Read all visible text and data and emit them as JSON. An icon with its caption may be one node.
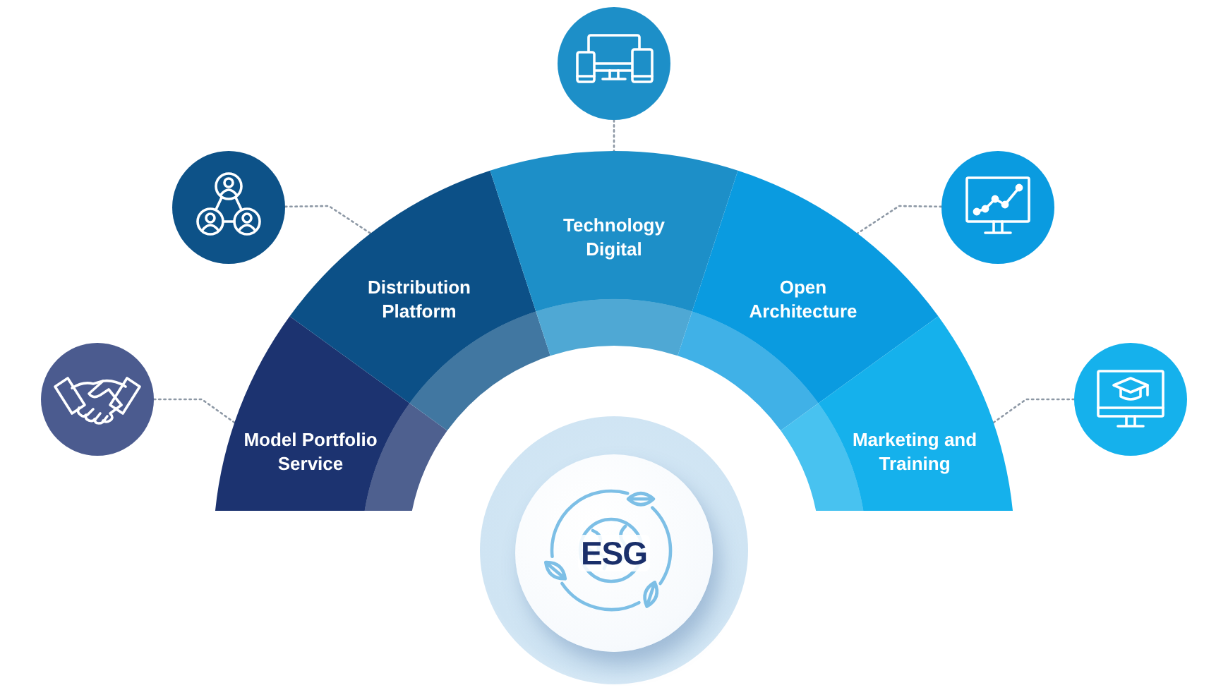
{
  "diagram": {
    "nodes": [
      {
        "text": [
          "Model Portfolio Service"
        ]
      },
      {
        "text": [
          "Distribution Platform"
        ]
      },
      {
        "text": [
          "Technology Digital"
        ]
      },
      {
        "text": [
          "Open Architecture"
        ]
      },
      {
        "text": [
          "Marketing and Training"
        ]
      },
      {
        "text": [
          "ESG"
        ]
      },
      {
        "text": [],
        "shape": "circle"
      },
      {
        "text": [],
        "shape": "circle"
      },
      {
        "text": [],
        "shape": "circle"
      },
      {
        "text": [],
        "shape": "circle"
      },
      {
        "text": [],
        "shape": "circle"
      }
    ],
    "edges": [
      {
        "from": 6,
        "to": 0,
        "arrow": "none",
        "style": "dashed"
      },
      {
        "from": 7,
        "to": 1,
        "arrow": "none",
        "style": "dashed"
      },
      {
        "from": 8,
        "to": 2,
        "arrow": "none",
        "style": "dashed"
      },
      {
        "from": 9,
        "to": 3,
        "arrow": "none",
        "style": "dashed"
      },
      {
        "from": 10,
        "to": 4,
        "arrow": "none",
        "style": "dashed"
      }
    ]
  }
}
